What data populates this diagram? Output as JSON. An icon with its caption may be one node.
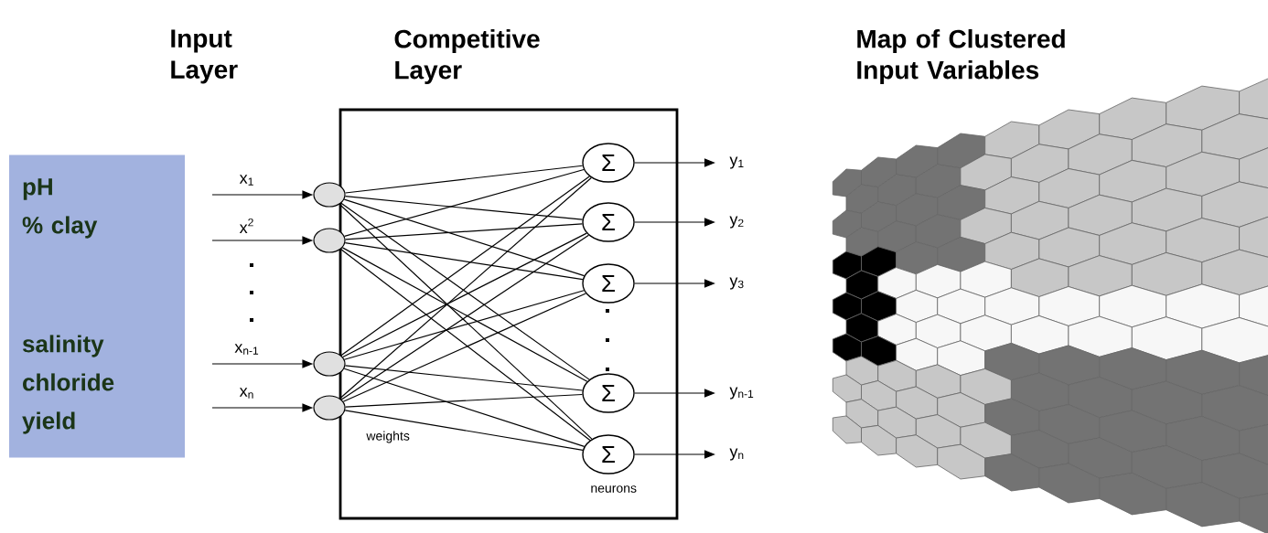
{
  "diagram": {
    "nodes": [
      {
        "text": [
          "pH",
          "% clay",
          "salinity",
          "chloride",
          "yield"
        ]
      },
      {
        "text": [
          "Competitive Layer"
        ]
      },
      {
        "text": [],
        "shape": "circle"
      },
      {
        "text": [],
        "shape": "circle"
      },
      {
        "text": [],
        "shape": "circle"
      },
      {
        "text": [],
        "shape": "circle"
      },
      {
        "text": [
          "Σ"
        ],
        "in": 1
      },
      {
        "text": [
          "Σ"
        ],
        "in": 1
      },
      {
        "text": [
          "Σ"
        ],
        "in": 1
      },
      {
        "text": [
          "Σ"
        ],
        "in": 1
      },
      {
        "text": [
          "Σ"
        ],
        "in": 1
      }
    ],
    "edges": [
      {
        "from": null,
        "to": 2,
        "arrow": "to",
        "label": "x$_{1}$"
      },
      {
        "from": null,
        "to": 3,
        "arrow": "to",
        "label": "x$^{2}$"
      },
      {
        "from": null,
        "to": 4,
        "arrow": "to",
        "label": "x$_{n-1}$"
      },
      {
        "from": null,
        "to": 5,
        "arrow": "to",
        "label": "x$_{n}$"
      },
      {
        "from": 2,
        "to": 6,
        "arrow": "none"
      },
      {
        "from": 2,
        "to": 7,
        "arrow": "none"
      },
      {
        "from": 2,
        "to": 8,
        "arrow": "none"
      },
      {
        "from": 2,
        "to": 9,
        "arrow": "none"
      },
      {
        "from": 2,
        "to": 10,
        "arrow": "none"
      },
      {
        "from": 3,
        "to": 6,
        "arrow": "none"
      },
      {
        "from": 3,
        "to": 7,
        "arrow": "none"
      },
      {
        "from": 3,
        "to": 8,
        "arrow": "none"
      },
      {
        "from": 3,
        "to": 9,
        "arrow": "none"
      },
      {
        "from": 3,
        "to": 10,
        "arrow": "none"
      },
      {
        "from": 4,
        "to": 6,
        "arrow": "none"
      },
      {
        "from": 4,
        "to": 7,
        "arrow": "none"
      },
      {
        "from": 4,
        "to": 8,
        "arrow": "none"
      },
      {
        "from": 4,
        "to": 9,
        "arrow": "none"
      },
      {
        "from": 4,
        "to": 10,
        "arrow": "none"
      },
      {
        "from": 5,
        "to": 6,
        "arrow": "none"
      },
      {
        "from": 5,
        "to": 7,
        "arrow": "none"
      },
      {
        "from": 5,
        "to": 8,
        "arrow": "none"
      },
      {
        "from": 5,
        "to": 9,
        "arrow": "none"
      },
      {
        "from": 5,
        "to": 10,
        "arrow": "none"
      },
      {
        "from": 6,
        "to": null,
        "arrow": "to",
        "label": "y$_{1}$"
      },
      {
        "from": 7,
        "to": null,
        "arrow": "to",
        "label": "y$_{2}$"
      },
      {
        "from": 8,
        "to": null,
        "arrow": "to",
        "label": "y$_{3}$"
      },
      {
        "from": 9,
        "to": null,
        "arrow": "to",
        "label": "y$_{n-1}$"
      },
      {
        "from": 10,
        "to": null,
        "arrow": "to",
        "label": "y$_{n}$"
      }
    ],
    "labels": [
      "Input Layer",
      "Map of Clustered Input Variables",
      "weights",
      "neurons"
    ]
  }
}
